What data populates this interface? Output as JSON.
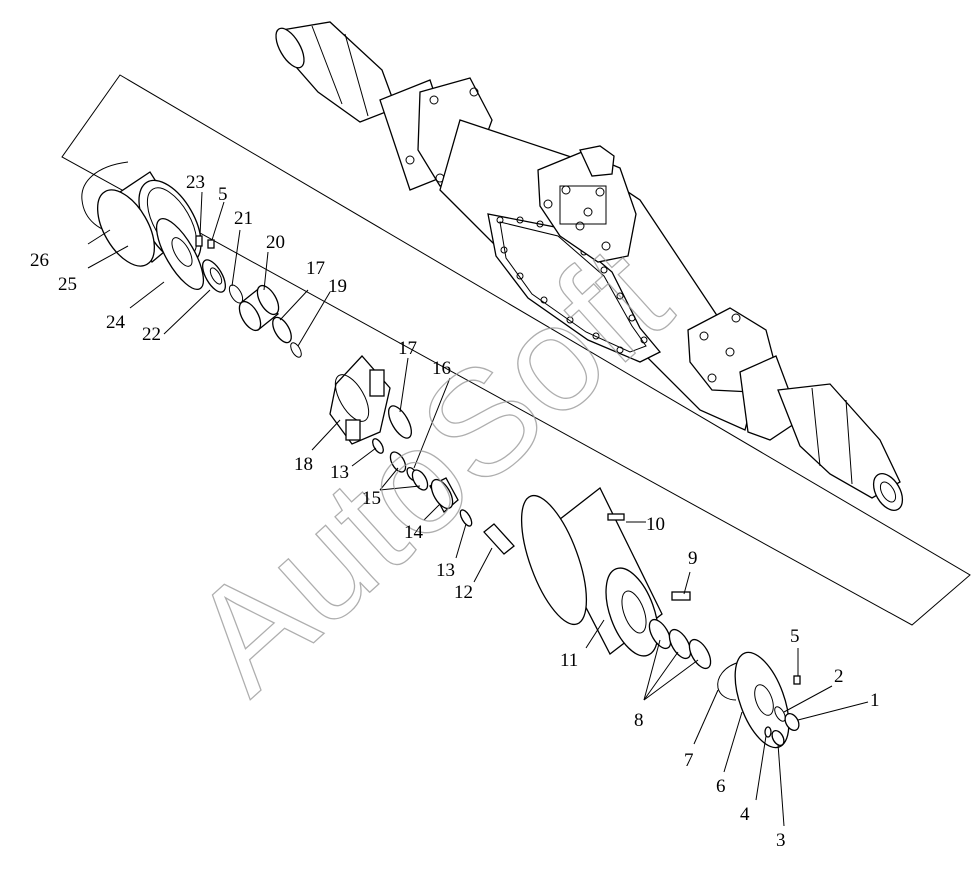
{
  "watermark": "AutoSoft",
  "callouts": {
    "c1": "1",
    "c2": "2",
    "c3": "3",
    "c4": "4",
    "c5a": "5",
    "c5b": "5",
    "c6": "6",
    "c7": "7",
    "c8": "8",
    "c9": "9",
    "c10": "10",
    "c11": "11",
    "c12": "12",
    "c13a": "13",
    "c13b": "13",
    "c14": "14",
    "c15": "15",
    "c16": "16",
    "c17a": "17",
    "c17b": "17",
    "c18": "18",
    "c19": "19",
    "c20": "20",
    "c21": "21",
    "c22": "22",
    "c23": "23",
    "c24": "24",
    "c25": "25",
    "c26": "26"
  },
  "colors": {
    "line": "#000000",
    "watermark": "#9a9a9a",
    "background": "#ffffff"
  }
}
